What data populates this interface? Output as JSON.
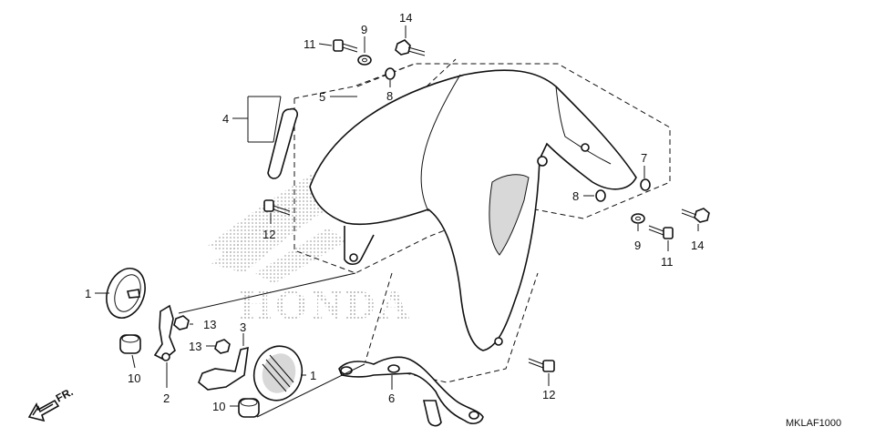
{
  "diagram": {
    "watermark_text": "HONDA",
    "direction_label": "FR.",
    "diagram_code": "MKLAF1000",
    "callouts": [
      {
        "id": "c14a",
        "label": "14"
      },
      {
        "id": "c11a",
        "label": "11"
      },
      {
        "id": "c9a",
        "label": "9"
      },
      {
        "id": "c5",
        "label": "5"
      },
      {
        "id": "c8a",
        "label": "8"
      },
      {
        "id": "c4",
        "label": "4"
      },
      {
        "id": "c7",
        "label": "7"
      },
      {
        "id": "c8b",
        "label": "8"
      },
      {
        "id": "c12a",
        "label": "12"
      },
      {
        "id": "c9b",
        "label": "9"
      },
      {
        "id": "c14b",
        "label": "14"
      },
      {
        "id": "c11b",
        "label": "11"
      },
      {
        "id": "c1a",
        "label": "1"
      },
      {
        "id": "c13a",
        "label": "13"
      },
      {
        "id": "c3",
        "label": "3"
      },
      {
        "id": "c13b",
        "label": "13"
      },
      {
        "id": "c1b",
        "label": "1"
      },
      {
        "id": "c10a",
        "label": "10"
      },
      {
        "id": "c2",
        "label": "2"
      },
      {
        "id": "c10b",
        "label": "10"
      },
      {
        "id": "c6",
        "label": "6"
      },
      {
        "id": "c12b",
        "label": "12"
      }
    ]
  }
}
